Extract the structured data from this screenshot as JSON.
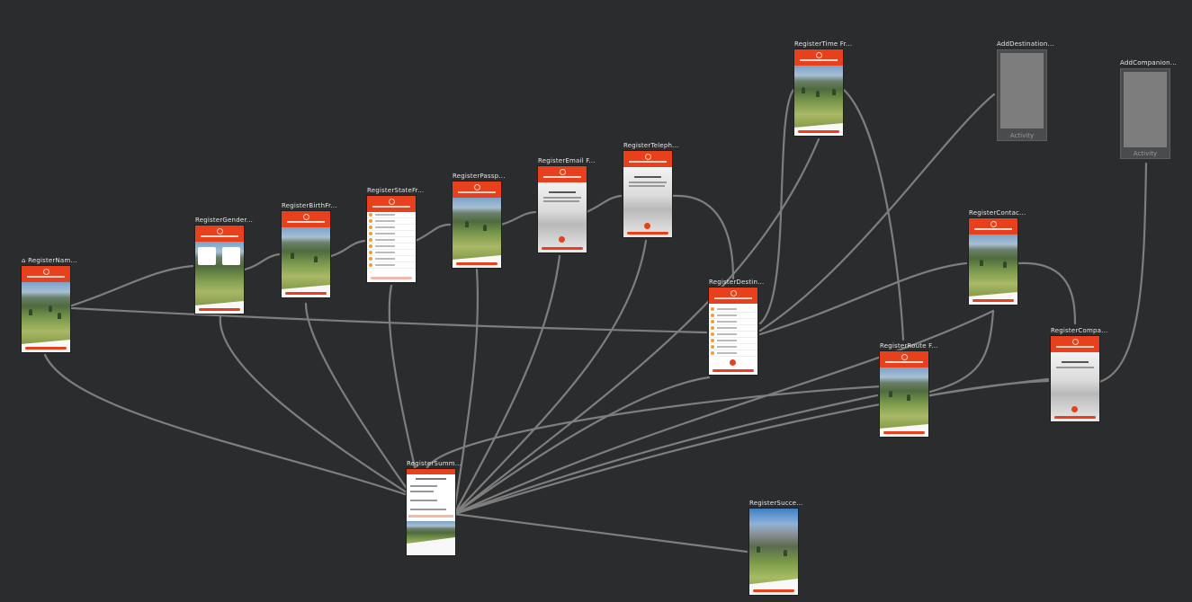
{
  "destinations": [
    {
      "id": "name",
      "title": "RegisterNam...",
      "start": true
    },
    {
      "id": "gender",
      "title": "RegisterGender..."
    },
    {
      "id": "birth",
      "title": "RegisterBirthFr..."
    },
    {
      "id": "state",
      "title": "RegisterStateFr..."
    },
    {
      "id": "passport",
      "title": "RegisterPassp..."
    },
    {
      "id": "email",
      "title": "RegisterEmail F..."
    },
    {
      "id": "telephone",
      "title": "RegisterTeleph..."
    },
    {
      "id": "time",
      "title": "RegisterTime Fr..."
    },
    {
      "id": "adddest",
      "title": "AddDestination...",
      "kind": "activity",
      "label": "Activity"
    },
    {
      "id": "addcomp",
      "title": "AddCompanion...",
      "kind": "activity",
      "label": "Activity"
    },
    {
      "id": "destination",
      "title": "RegisterDestin..."
    },
    {
      "id": "contact",
      "title": "RegisterContac..."
    },
    {
      "id": "route",
      "title": "RegisterRoute F..."
    },
    {
      "id": "companion",
      "title": "RegisterCompa..."
    },
    {
      "id": "summary",
      "title": "RegisterSumm..."
    },
    {
      "id": "success",
      "title": "RegisterSucce..."
    }
  ],
  "colors": {
    "canvas": "#2b2c2e",
    "accent": "#e8401c",
    "edge": "#8a8a8a"
  }
}
